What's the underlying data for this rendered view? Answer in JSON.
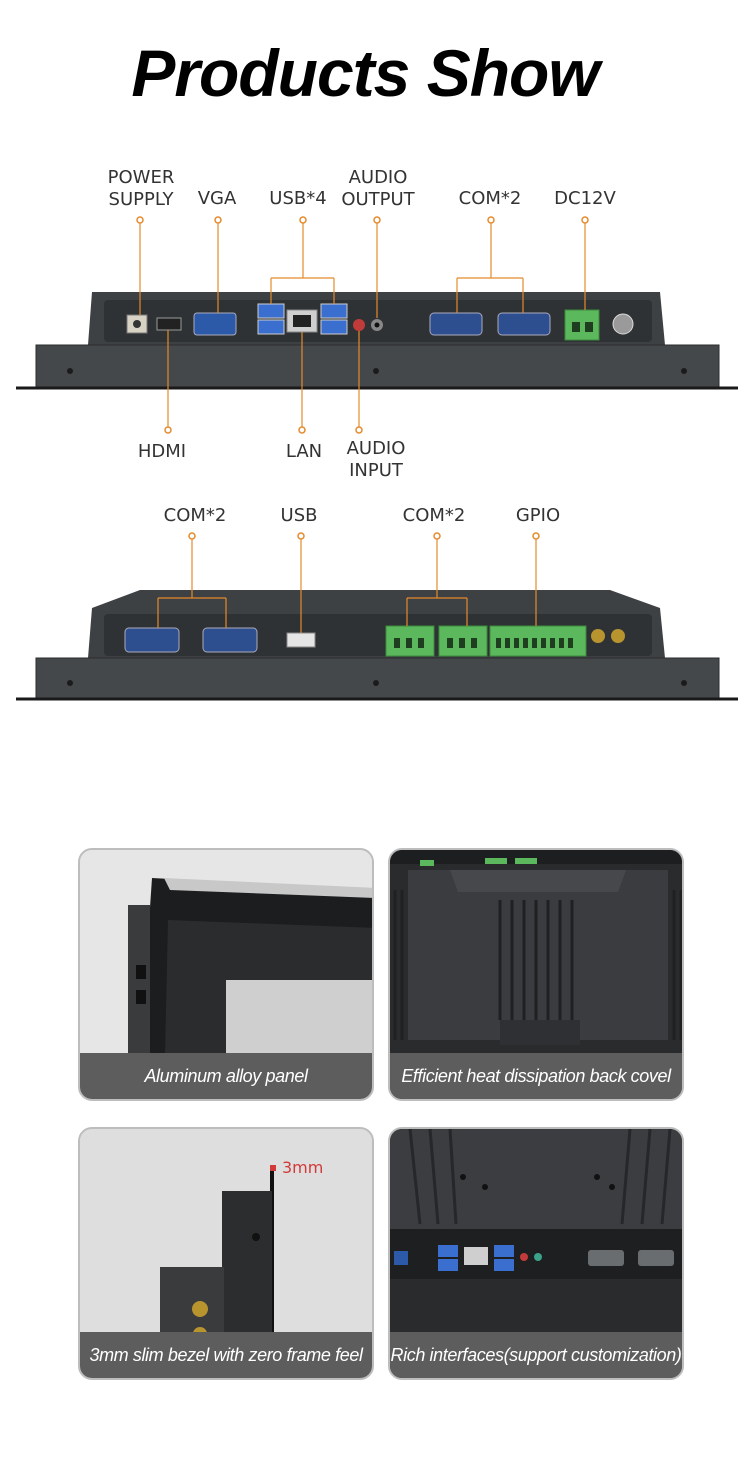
{
  "header": {
    "title": "Products Show"
  },
  "top_panel": {
    "labels_above": [
      "POWER\nSUPPLY",
      "VGA",
      "USB*4",
      "AUDIO\nOUTPUT",
      "COM*2",
      "DC12V"
    ],
    "labels_below": [
      "HDMI",
      "LAN",
      "AUDIO\nINPUT"
    ]
  },
  "bottom_panel": {
    "labels_above": [
      "COM*2",
      "USB",
      "COM*2",
      "GPIO"
    ]
  },
  "features": [
    {
      "caption": "Aluminum alloy panel"
    },
    {
      "caption": "Efficient heat dissipation back covel"
    },
    {
      "caption": "3mm slim bezel with zero frame feel",
      "marker": "3mm"
    },
    {
      "caption": "Rich interfaces(support customization)"
    }
  ],
  "colors": {
    "callout": "#e58a2c",
    "panel": "#3d4043",
    "connector_green": "#5cb85c",
    "caption_bg": "#5d5d5d"
  }
}
